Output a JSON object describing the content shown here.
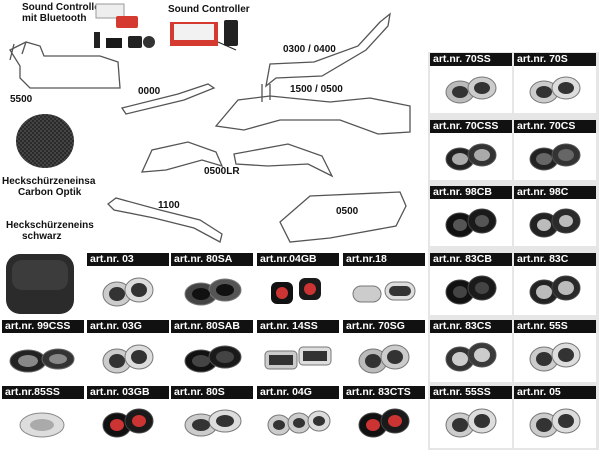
{
  "top_labels": {
    "sound_controller_bt_line1": "Sound Controller",
    "sound_controller_bt_line2": "mit Bluetooth",
    "sound_controller": "Sound Controller"
  },
  "parts": {
    "p5500": "5500",
    "p0000": "0000",
    "p0300_0400": "0300 / 0400",
    "p1500_0500": "1500 / 0500",
    "p0500LR": "0500LR",
    "p1100": "1100",
    "p0500": "0500"
  },
  "insert_labels": {
    "carbon_line1": "Heckschürzeneinsa",
    "carbon_line2": "Carbon Optik",
    "black_line1": "Heckschürzeneins",
    "black_line2": "schwarz"
  },
  "tips": {
    "t70SS": "art.nr. 70SS",
    "t70S": "art.nr. 70S",
    "t70CSS": "art.nr. 70CSS",
    "t70CS": "art.nr. 70CS",
    "t98CB": "art.nr. 98CB",
    "t98C": "art.nr. 98C",
    "t03": "art.nr. 03",
    "t80SA": "art.nr. 80SA",
    "t04GB": "art.nr.04GB",
    "t18": "art.nr.18",
    "t83CB": "art.nr. 83CB",
    "t83C": "art.nr. 83C",
    "t99CSS": "art.nr. 99CSS",
    "t03G": "art.nr. 03G",
    "t80SAB": "art.nr. 80SAB",
    "t14SS": "art.nr. 14SS",
    "t70SG": "art.nr. 70SG",
    "t83CS": "art.nr. 83CS",
    "t55S": "art.nr. 55S",
    "t85SS": "art.nr.85SS",
    "t03GB": "art.nr. 03GB",
    "t80S": "art.nr. 80S",
    "t04G": "art.nr. 04G",
    "t83CTS": "art.nr. 83CTS",
    "t55SS": "art.nr. 55SS",
    "t05": "art.nr. 05"
  }
}
